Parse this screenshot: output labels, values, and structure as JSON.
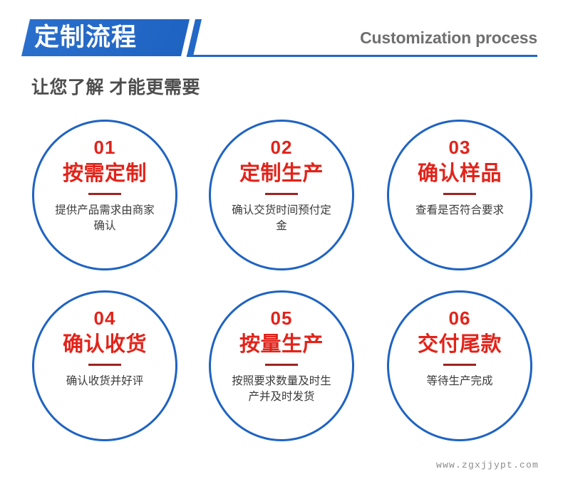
{
  "colors": {
    "brand_blue": "#1f63c2",
    "banner_blue": "#2268c6",
    "accent_red": "#e2231a",
    "divider_red": "#9e2420",
    "body_gray": "#3a3a3a",
    "heading_gray": "#4d4d4d",
    "english_gray": "#6f6f6f",
    "background": "#ffffff"
  },
  "header": {
    "banner_title": "定制流程",
    "english_title": "Customization process",
    "subtitle": "让您了解 才能更需要"
  },
  "steps": [
    {
      "number": "01",
      "title": "按需定制",
      "desc": "提供产品需求由商家确认"
    },
    {
      "number": "02",
      "title": "定制生产",
      "desc": "确认交货时间预付定金"
    },
    {
      "number": "03",
      "title": "确认样品",
      "desc": "查看是否符合要求"
    },
    {
      "number": "04",
      "title": "确认收货",
      "desc": "确认收货并好评"
    },
    {
      "number": "05",
      "title": "按量生产",
      "desc": "按照要求数量及时生产并及时发货"
    },
    {
      "number": "06",
      "title": "交付尾款",
      "desc": "等待生产完成"
    }
  ],
  "footer": {
    "watermark": "www.zgxjjypt.com"
  }
}
